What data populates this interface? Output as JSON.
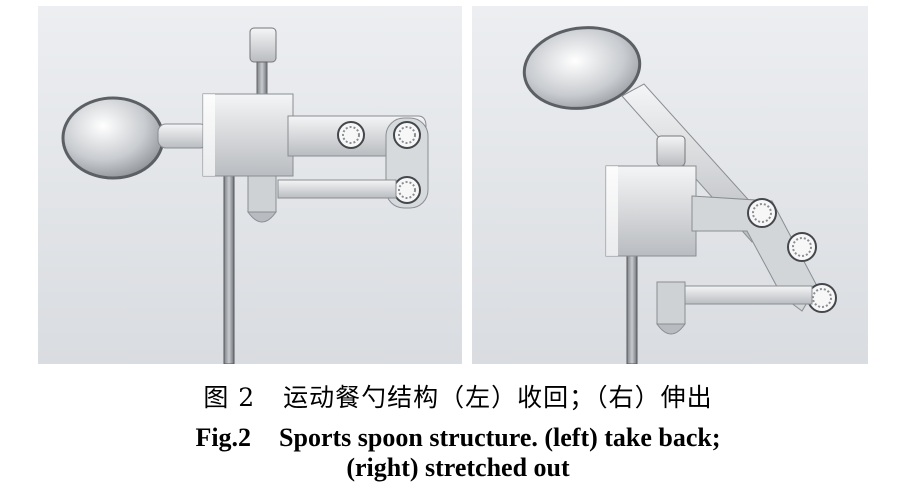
{
  "figure": {
    "caption_cn_label": "图 2",
    "caption_cn_text": "运动餐勺结构（左）收回；（右）伸出",
    "caption_en_label": "Fig.2",
    "caption_en_line1": "Sports spoon structure. (left) take back;",
    "caption_en_line2": "(right) stretched out"
  },
  "images": [
    {
      "name": "spoon-retracted",
      "state": "take back"
    },
    {
      "name": "spoon-extended",
      "state": "stretched out"
    }
  ]
}
